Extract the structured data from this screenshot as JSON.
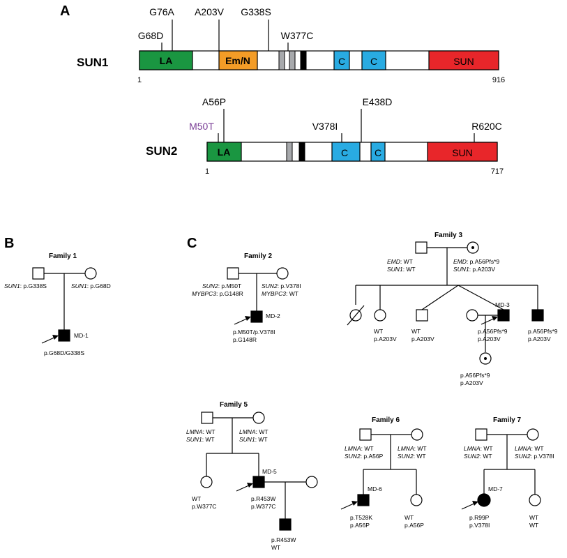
{
  "panels": {
    "a": "A",
    "b": "B",
    "c": "C"
  },
  "colors": {
    "la": "#1a9641",
    "emn": "#f39c27",
    "coil": "#29abe2",
    "sun": "#e8262a",
    "grey": "#a7a9ac",
    "mutant_purple": "#7a3e96"
  },
  "sun1": {
    "name": "SUN1",
    "start": "1",
    "end": "916",
    "domains": {
      "la": "LA",
      "emn": "Em/N",
      "c1": "C",
      "c2": "C",
      "sun": "SUN"
    },
    "mutations": {
      "g68d": "G68D",
      "g76a": "G76A",
      "a203v": "A203V",
      "g338s": "G338S",
      "w377c": "W377C"
    }
  },
  "sun2": {
    "name": "SUN2",
    "start": "1",
    "end": "717",
    "domains": {
      "la": "LA",
      "c1": "C",
      "c2": "C",
      "sun": "SUN"
    },
    "mutations": {
      "m50t": "M50T",
      "a56p": "A56P",
      "v378i": "V378I",
      "e438d": "E438D",
      "r620c": "R620C"
    }
  },
  "family1": {
    "title": "Family 1",
    "father_gene": "SUN1",
    "father_val": ": p.G338S",
    "mother_gene": "SUN1",
    "mother_val": ": p.G68D",
    "proband": "MD-1",
    "proband_geno": "p.G68D/G338S"
  },
  "family2": {
    "title": "Family 2",
    "father_l1_gene": "SUN2",
    "father_l1_val": ": p.M50T",
    "father_l2_gene": "MYBPC3",
    "father_l2_val": ": p.G148R",
    "mother_l1_gene": "SUN2",
    "mother_l1_val": ": p.V378I",
    "mother_l2_gene": "MYBPC3",
    "mother_l2_val": ": WT",
    "proband": "MD-2",
    "proband_geno1": "p.M50T/p.V378I",
    "proband_geno2": "p.G148R"
  },
  "family3": {
    "title": "Family 3",
    "father_l1_gene": "EMD",
    "father_l1_val": ": WT",
    "father_l2_gene": "SUN1",
    "father_l2_val": ": WT",
    "mother_l1_gene": "EMD",
    "mother_l1_val": ": p.A56Pfs*9",
    "mother_l2_gene": "SUN1",
    "mother_l2_val": ": p.A203V",
    "c2_l1": "WT",
    "c2_l2": "p.A203V",
    "c3_l1": "WT",
    "c3_l2": "p.A203V",
    "proband": "MD-3",
    "proband_l1": "p.A56Pfs*9",
    "proband_l2": "p.A203V",
    "c5_l1": "p.A56Pfs*9",
    "c5_l2": "p.A203V",
    "gc_l1": "p.A56Pfs*9",
    "gc_l2": "p.A203V"
  },
  "family5": {
    "title": "Family 5",
    "father_l1_gene": "LMNA",
    "father_l1_val": ": WT",
    "father_l2_gene": "SUN1",
    "father_l2_val": ": WT",
    "mother_l1_gene": "LMNA",
    "mother_l1_val": ": WT",
    "mother_l2_gene": "SUN1",
    "mother_l2_val": ": WT",
    "sib_l1": "WT",
    "sib_l2": "p.W377C",
    "proband": "MD-5",
    "proband_l1": "p.R453W",
    "proband_l2": "p.W377C",
    "child_l1": "p.R453W",
    "child_l2": "WT"
  },
  "family6": {
    "title": "Family 6",
    "father_l1_gene": "LMNA",
    "father_l1_val": ": WT",
    "father_l2_gene": "SUN2",
    "father_l2_val": ": p.A56P",
    "mother_l1_gene": "LMNA",
    "mother_l1_val": ": WT",
    "mother_l2_gene": "SUN2",
    "mother_l2_val": ": WT",
    "proband": "MD-6",
    "proband_l1": "p.T528K",
    "proband_l2": "p.A56P",
    "sib_l1": "WT",
    "sib_l2": "p.A56P"
  },
  "family7": {
    "title": "Family 7",
    "father_l1_gene": "LMNA",
    "father_l1_val": ": WT",
    "father_l2_gene": "SUN2",
    "father_l2_val": ": WT",
    "mother_l1_gene": "LMNA",
    "mother_l1_val": ": WT",
    "mother_l2_gene": "SUN2",
    "mother_l2_val": ": p.V378I",
    "proband": "MD-7",
    "proband_l1": "p.R99P",
    "proband_l2": "p.V378I",
    "sib_l1": "WT",
    "sib_l2": "WT"
  }
}
